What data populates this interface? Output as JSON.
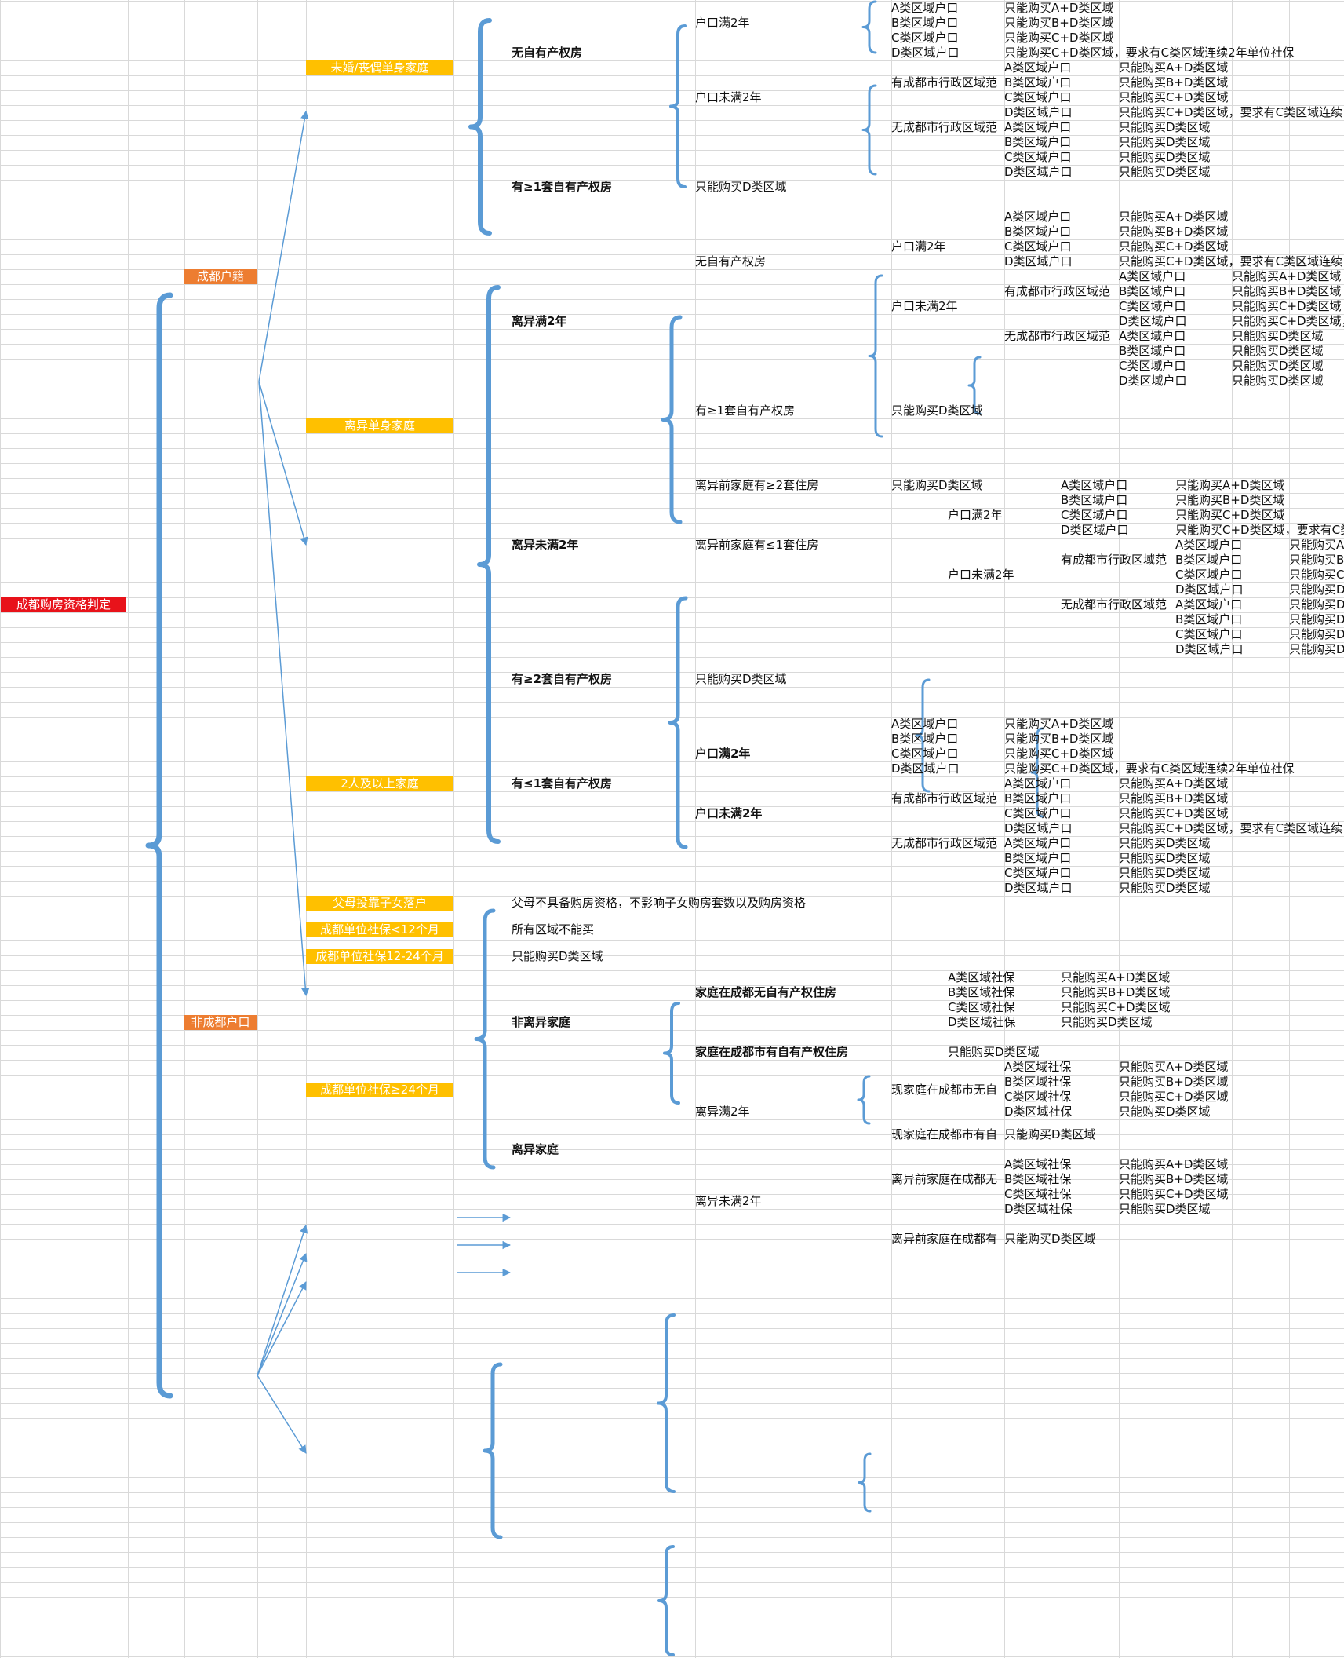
{
  "root": {
    "label": "成都购房资格判定"
  },
  "huji": {
    "label": "成都户籍",
    "single": {
      "label": "未婚/丧偶单身家庭",
      "no_house": "无自有产权房",
      "hk2": "户口满2年",
      "hk_lt2": "户口未满2年",
      "has_house": "有≥1套自有产权房",
      "has_house_res": "只能购买D类区域"
    },
    "divorced": {
      "label": "离异单身家庭",
      "over2": "离异满2年",
      "no_house": "无自有产权房",
      "hk2": "户口满2年",
      "hk_lt2": "户口未满2年",
      "has_house": "有≥1套自有产权房",
      "has_house_res": "只能购买D类区域",
      "under2": "离异未满2年",
      "pre_ge2": "离异前家庭有≥2套住房",
      "pre_ge2_res": "只能购买D类区域",
      "pre_le1": "离异前家庭有≤1套住房",
      "hk2_b": "户口满2年",
      "hk_lt2_b": "户口未满2年"
    },
    "family": {
      "label": "2人及以上家庭",
      "ge2": "有≥2套自有产权房",
      "ge2_res": "只能购买D类区域",
      "le1": "有≤1套自有产权房",
      "hk2": "户口满2年",
      "hk_lt2": "户口未满2年"
    }
  },
  "nonlocal": {
    "label": "非成都户口",
    "parents": {
      "label": "父母投靠子女落户",
      "result": "父母不具备购房资格，不影响子女购房套数以及购房资格"
    },
    "ss_lt12": {
      "label": "成都单位社保<12个月",
      "result": "所有区域不能买"
    },
    "ss_12_24": {
      "label": "成都单位社保12-24个月",
      "result": "只能购买D类区域"
    },
    "ss_ge24": {
      "label": "成都单位社保≥24个月",
      "nondiv": "非离异家庭",
      "nh": "家庭在成都无自有产权住房",
      "hh": "家庭在成都市有自有产权住房",
      "hh_res": "只能购买D类区域",
      "div": "离异家庭",
      "over2": "离异满2年",
      "cur_no": "现家庭在成都市无自",
      "cur_has": "现家庭在成都市有自",
      "cur_has_res": "只能购买D类区域",
      "under2": "离异未满2年",
      "pre_no": "离异前家庭在成都无",
      "pre_has": "离异前家庭在成都有",
      "pre_has_res": "只能购买D类区域"
    }
  },
  "has_chengdu": "有成都市行政区域范",
  "no_chengdu": "无成都市行政区域范",
  "hk": {
    "a": "A类区域户口",
    "b": "B类区域户口",
    "c": "C类区域户口",
    "d": "D类区域户口"
  },
  "ss": {
    "a": "A类区域社保",
    "b": "B类区域社保",
    "c": "C类区域社保",
    "d": "D类区域社保"
  },
  "buy": {
    "ad": "只能购买A+D类区域",
    "bd": "只能购买B+D类区域",
    "cd": "只能购买C+D类区域",
    "cd_req": "只能购买C+D类区域，要求有C类区域连续2年单位社保",
    "cd_req_cut": "只能购买C+D类区域，要求有C类区域连续",
    "cd_req_cut2": "只能购买C+D类区域，",
    "cd_req_cut3": "只能购买C+D类区域，要求有C类",
    "d": "只能购买D类区域",
    "cut_a": "只能购买A",
    "cut_b": "只能购买B",
    "cut_c": "只能购买C",
    "cut_d": "只能购买D"
  },
  "colors": {
    "brace": "#5b9bd5",
    "red": "#e8121a",
    "orange": "#ed7d31",
    "gold": "#ffc000",
    "grid": "#d9d9d9"
  }
}
